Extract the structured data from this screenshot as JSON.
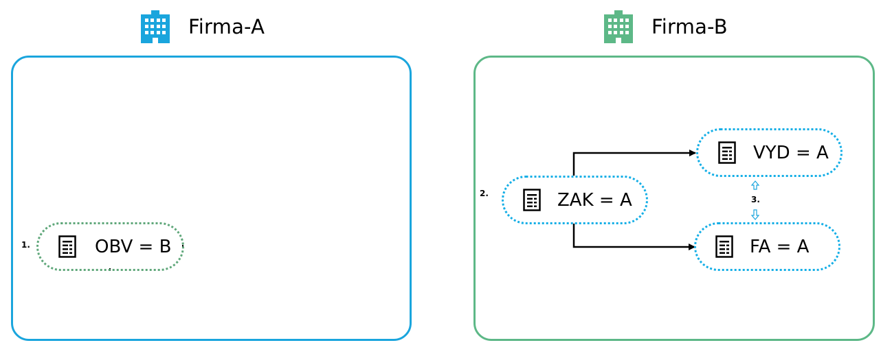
{
  "companies": {
    "a": {
      "title": "Firma-A",
      "icon": "building-icon",
      "color": "#1aa5dd"
    },
    "b": {
      "title": "Firma-B",
      "icon": "building-icon",
      "color": "#5db887"
    }
  },
  "nodes": {
    "obv": {
      "label": "OBV = B",
      "icon": "document-icon",
      "border_color": "#5fa77a"
    },
    "zak": {
      "label": "ZAK = A",
      "icon": "document-icon",
      "border_color": "#14aee6"
    },
    "vyd": {
      "label": "VYD = A",
      "icon": "document-icon",
      "border_color": "#14aee6"
    },
    "fa": {
      "label": "FA = A",
      "icon": "document-icon",
      "border_color": "#14aee6"
    }
  },
  "steps": {
    "one": "1.",
    "two": "2.",
    "three": "3."
  }
}
